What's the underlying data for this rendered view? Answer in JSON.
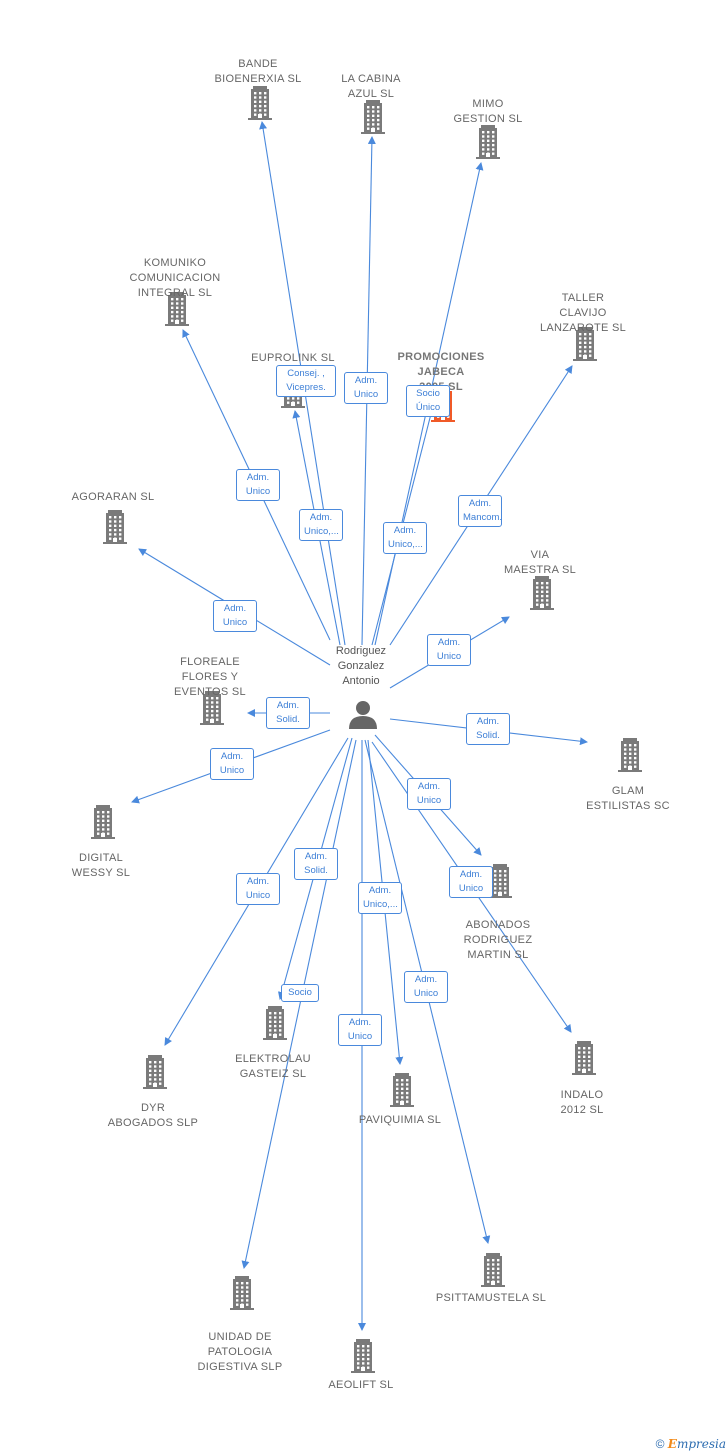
{
  "person": {
    "label": "Rodriguez\nGonzalez\nAntonio"
  },
  "companies": [
    {
      "id": "bande",
      "label": "BANDE\nBIOENERXIA SL",
      "highlight": false
    },
    {
      "id": "cabina",
      "label": "LA CABINA\nAZUL SL",
      "highlight": false
    },
    {
      "id": "mimo",
      "label": "MIMO\nGESTION SL",
      "highlight": false
    },
    {
      "id": "komuniko",
      "label": "KOMUNIKO\nCOMUNICACION\nINTEGRAL SL",
      "highlight": false
    },
    {
      "id": "taller",
      "label": "TALLER\nCLAVIJO\nLANZAROTE SL",
      "highlight": false
    },
    {
      "id": "eurolink",
      "label": "EUPROLINK SL",
      "highlight": false
    },
    {
      "id": "jabeca",
      "label": "PROMOCIONES\nJABECA\n2005 SL",
      "highlight": true
    },
    {
      "id": "agoraran",
      "label": "AGORARAN SL",
      "highlight": false
    },
    {
      "id": "via",
      "label": "VIA\nMAESTRA SL",
      "highlight": false
    },
    {
      "id": "floreale",
      "label": "FLOREALE\nFLORES Y\nEVENTOS SL",
      "highlight": false
    },
    {
      "id": "glam",
      "label": "GLAM\nESTILISTAS SC",
      "highlight": false
    },
    {
      "id": "digital",
      "label": "DIGITAL\nWESSY SL",
      "highlight": false
    },
    {
      "id": "abonados",
      "label": "ABONADOS\nRODRIGUEZ\nMARTIN SL",
      "highlight": false
    },
    {
      "id": "elektrolau",
      "label": "ELEKTROLAU\nGASTEIZ SL",
      "highlight": false
    },
    {
      "id": "dyr",
      "label": "DYR\nABOGADOS SLP",
      "highlight": false
    },
    {
      "id": "paviquimia",
      "label": "PAVIQUIMIA SL",
      "highlight": false
    },
    {
      "id": "indalo",
      "label": "INDALO\n2012 SL",
      "highlight": false
    },
    {
      "id": "psittamustela",
      "label": "PSITTAMUSTELA SL",
      "highlight": false
    },
    {
      "id": "unidad",
      "label": "UNIDAD DE\nPATOLOGIA\nDIGESTIVA SLP",
      "highlight": false
    },
    {
      "id": "aeolift",
      "label": "AEOLIFT SL",
      "highlight": false
    }
  ],
  "relations": [
    {
      "to": "bande",
      "label": "Consej. ,\nVicepres."
    },
    {
      "to": "cabina",
      "label": "Adm.\nUnico"
    },
    {
      "to": "mimo",
      "label": "Socio\nÚnico"
    },
    {
      "to": "komuniko",
      "label": "Adm.\nUnico"
    },
    {
      "to": "eurolink",
      "label": "Adm.\nUnico,..."
    },
    {
      "to": "jabeca",
      "label": "Adm.\nUnico,..."
    },
    {
      "to": "taller",
      "label": "Adm.\nMancom."
    },
    {
      "to": "agoraran",
      "label": "Adm.\nUnico"
    },
    {
      "to": "via",
      "label": "Adm.\nUnico"
    },
    {
      "to": "floreale",
      "label": "Adm.\nSolid."
    },
    {
      "to": "glam",
      "label": "Adm.\nSolid."
    },
    {
      "to": "digital",
      "label": "Adm.\nUnico"
    },
    {
      "to": "abonados",
      "label": "Adm.\nUnico"
    },
    {
      "to": "indalo",
      "label": "Adm.\nUnico"
    },
    {
      "to": "elektrolau",
      "label": "Adm.\nSolid."
    },
    {
      "to": "dyr",
      "label": "Adm.\nUnico"
    },
    {
      "to": "paviquimia",
      "label": "Adm.\nUnico,..."
    },
    {
      "to": "unidad",
      "label": "Socio"
    },
    {
      "to": "aeolift",
      "label": "Adm.\nUnico"
    },
    {
      "to": "psittamustela",
      "label": "Adm.\nUnico"
    }
  ],
  "footer": {
    "copyright": "©",
    "brand_first": "E",
    "brand_rest": "mpresia"
  },
  "colors": {
    "edge": "#4a89dc",
    "building": "#7a7a7a",
    "highlight": "#f05a28",
    "person": "#666666"
  }
}
